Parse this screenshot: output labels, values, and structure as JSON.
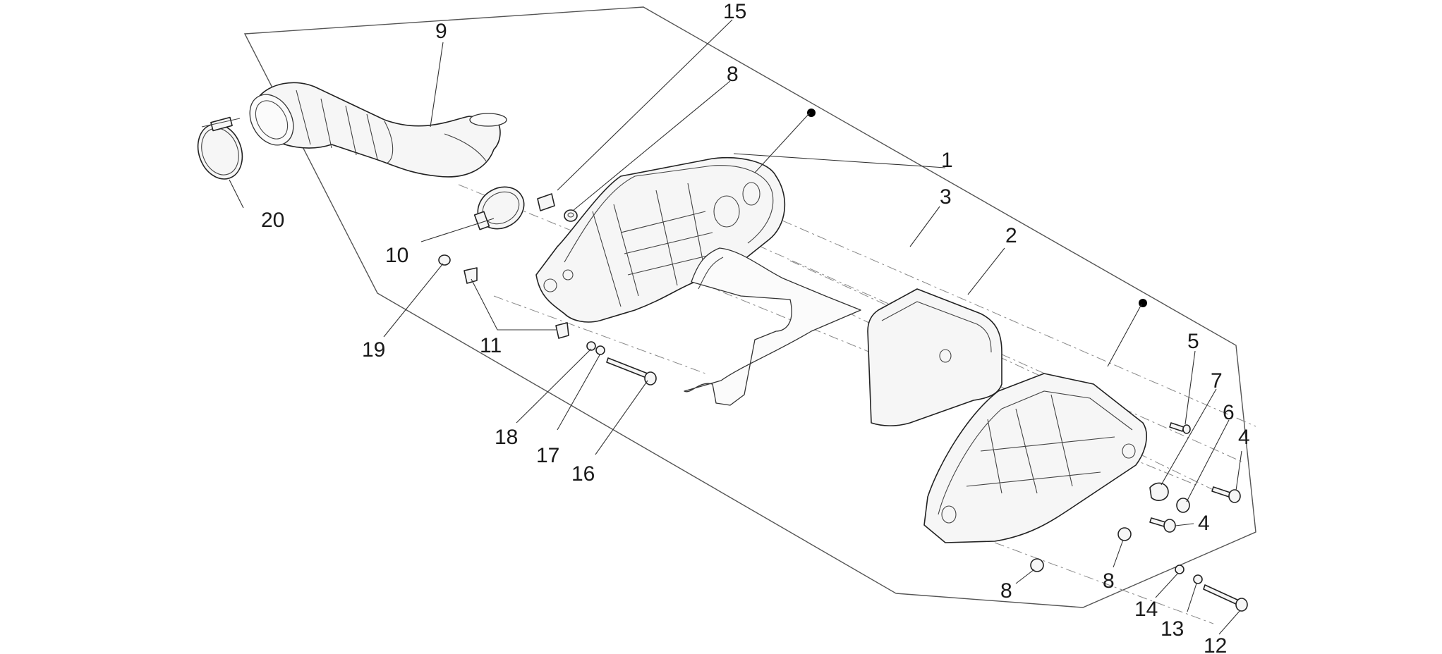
{
  "callouts": {
    "c1": "1",
    "c2": "2",
    "c3": "3",
    "c4a": "4",
    "c4b": "4",
    "c5": "5",
    "c6": "6",
    "c7": "7",
    "c8a": "8",
    "c8b": "8",
    "c8c": "8",
    "c9": "9",
    "c10": "10",
    "c11": "11",
    "c12": "12",
    "c13": "13",
    "c14": "14",
    "c15": "15",
    "c16": "16",
    "c17": "17",
    "c18": "18",
    "c19": "19",
    "c20": "20"
  },
  "colors": {
    "line": "#333333",
    "fill": "#f6f6f6",
    "background": "#ffffff"
  }
}
